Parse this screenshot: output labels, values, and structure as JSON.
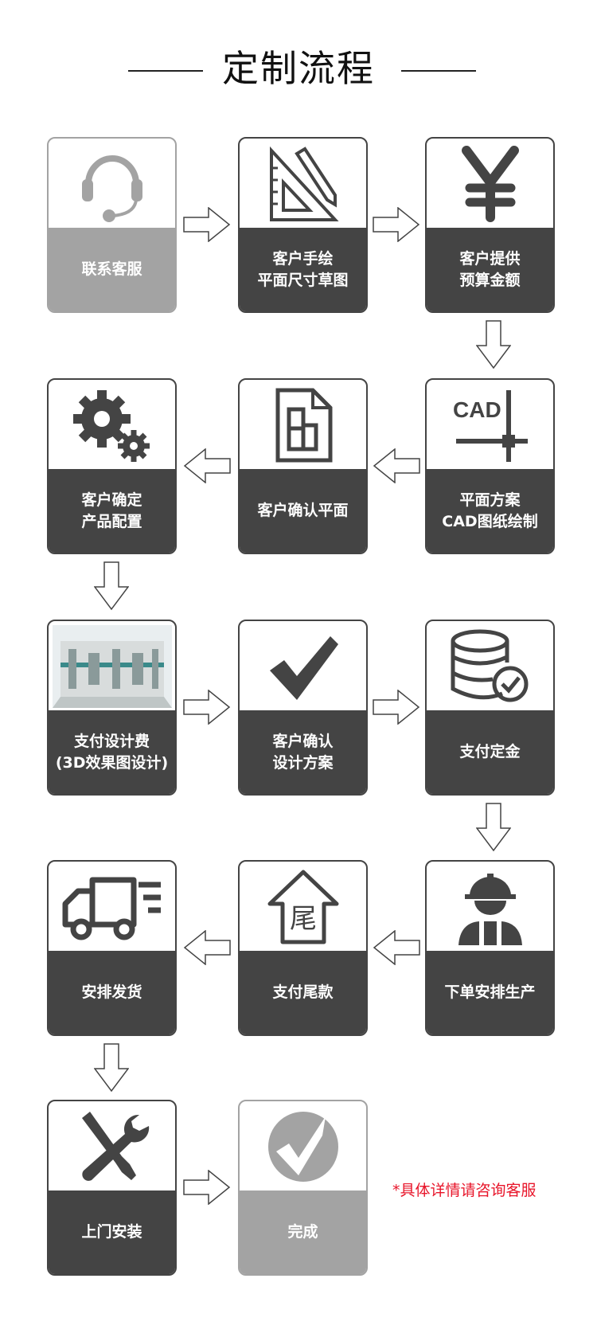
{
  "title": "定制流程",
  "colors": {
    "dark": "#444444",
    "gray": "#a3a3a3",
    "note": "#e8152a"
  },
  "steps": [
    {
      "lines": [
        "联系客服"
      ],
      "icon": "headset-icon",
      "style": "gray"
    },
    {
      "lines": [
        "客户手绘",
        "平面尺寸草图"
      ],
      "icon": "ruler-pencil-icon",
      "style": "dark"
    },
    {
      "lines": [
        "客户提供",
        "预算金额"
      ],
      "icon": "yen-icon",
      "style": "dark"
    },
    {
      "lines": [
        "平面方案",
        "CAD图纸绘制"
      ],
      "icon": "cad-icon",
      "style": "dark",
      "icon_text": "CAD"
    },
    {
      "lines": [
        "客户确认平面"
      ],
      "icon": "floorplan-document-icon",
      "style": "dark"
    },
    {
      "lines": [
        "客户确定",
        "产品配置"
      ],
      "icon": "gears-icon",
      "style": "dark"
    },
    {
      "lines": [
        "支付设计费",
        "(3D效果图设计)"
      ],
      "icon": "3d-rendering-image",
      "style": "dark"
    },
    {
      "lines": [
        "客户确认",
        "设计方案"
      ],
      "icon": "checkmark-icon",
      "style": "dark"
    },
    {
      "lines": [
        "支付定金"
      ],
      "icon": "database-check-icon",
      "style": "dark"
    },
    {
      "lines": [
        "下单安排生产"
      ],
      "icon": "worker-icon",
      "style": "dark"
    },
    {
      "lines": [
        "支付尾款"
      ],
      "icon": "house-tail-icon",
      "style": "dark",
      "icon_text": "尾"
    },
    {
      "lines": [
        "安排发货"
      ],
      "icon": "truck-icon",
      "style": "dark"
    },
    {
      "lines": [
        "上门安装"
      ],
      "icon": "tools-icon",
      "style": "dark"
    },
    {
      "lines": [
        "完成"
      ],
      "icon": "circle-check-icon",
      "style": "gray"
    }
  ],
  "note": "*具体详情请咨询客服"
}
